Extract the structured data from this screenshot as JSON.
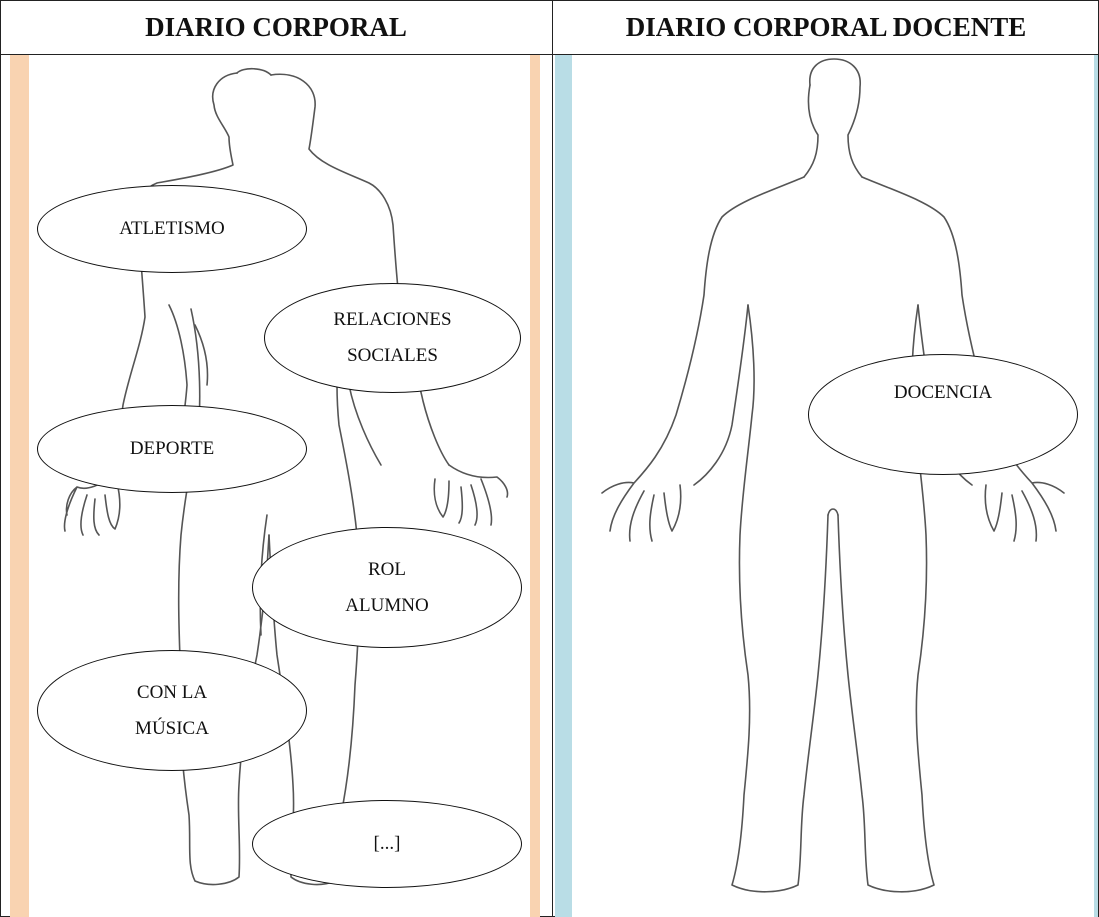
{
  "colors": {
    "left_strip": "#f9d3b1",
    "right_strip": "#b9dde6",
    "outline": "#555555",
    "border": "#222222"
  },
  "columns": [
    {
      "title": "DIARIO CORPORAL",
      "ellipses": [
        {
          "lines": [
            "ATLETISMO"
          ]
        },
        {
          "lines": [
            "RELACIONES",
            "SOCIALES"
          ]
        },
        {
          "lines": [
            "DEPORTE"
          ]
        },
        {
          "lines": [
            "ROL",
            "ALUMNO"
          ]
        },
        {
          "lines": [
            "CON LA",
            "MÚSICA"
          ]
        },
        {
          "lines": [
            "[...]"
          ]
        }
      ]
    },
    {
      "title": "DIARIO CORPORAL DOCENTE",
      "ellipses": [
        {
          "lines": [
            "DOCENCIA"
          ]
        }
      ]
    }
  ]
}
